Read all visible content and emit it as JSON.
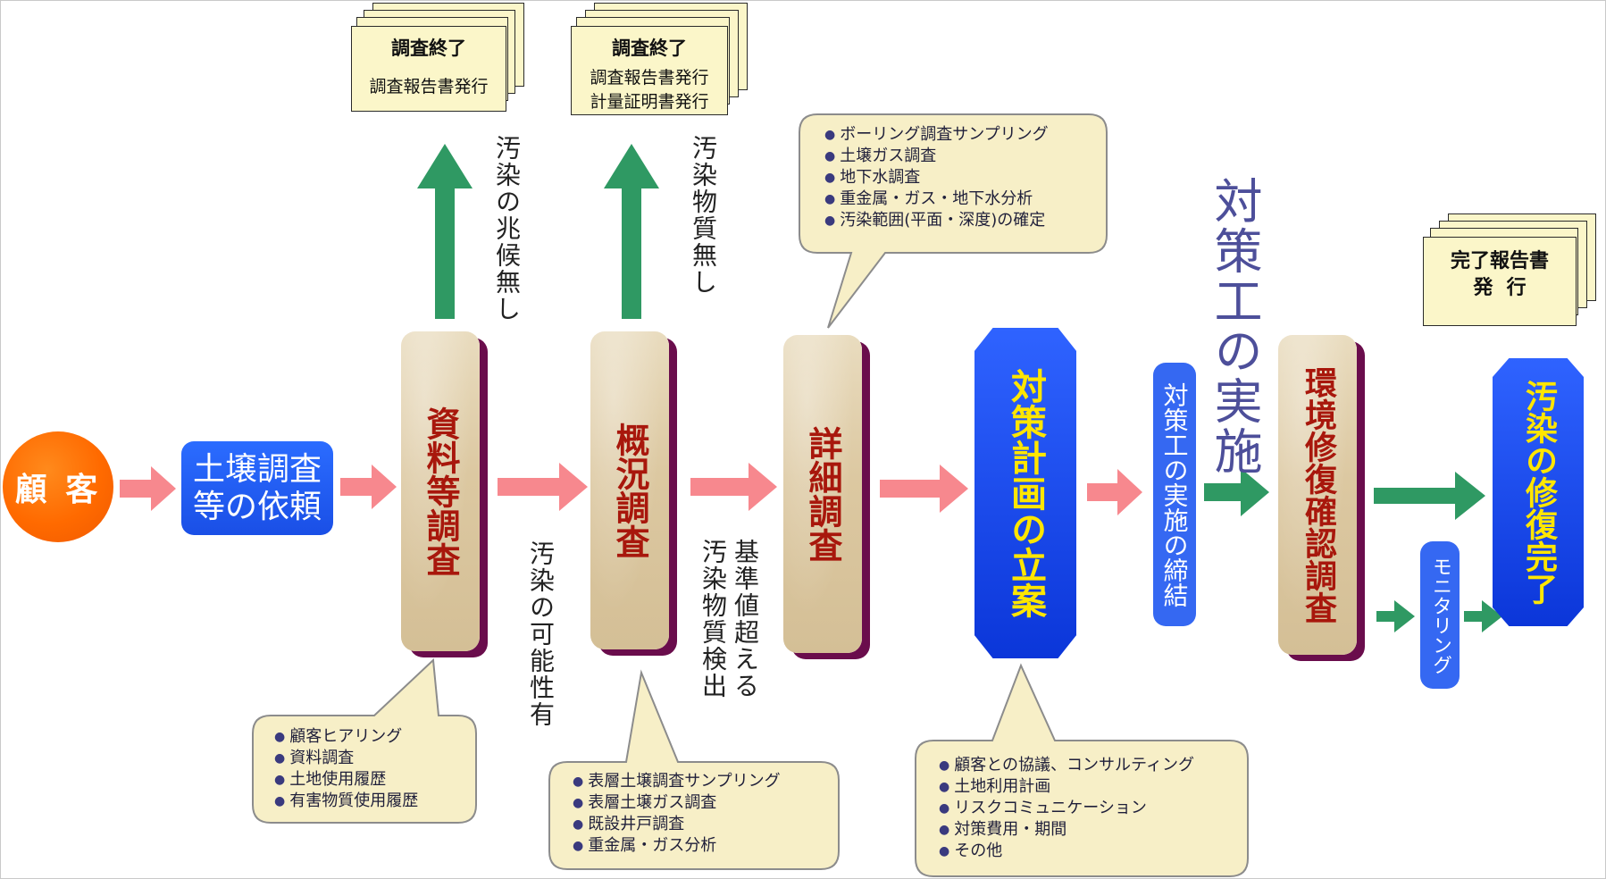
{
  "nodes": {
    "customer": "顧 客",
    "request": [
      "土壌調査",
      "等の依頼"
    ],
    "step1": "資料等調査",
    "step2": "概況調査",
    "step3": "詳細調査",
    "plan": "対策計画の立案",
    "contract": "対策工の実施の締結",
    "implementation": "対策工の実施",
    "confirm": "環境修復確認調査",
    "monitoring": "モニタリング",
    "complete": "汚染の修復完了"
  },
  "labels": {
    "no_sign": "汚染の兆候無し",
    "no_substance": "汚染物質無し",
    "possible": "汚染の可能性有",
    "exceed_col1": "基準値超える",
    "exceed_col2": "汚染物質検出"
  },
  "documents": {
    "doc1": {
      "title": "調査終了",
      "lines": [
        "調査報告書発行"
      ]
    },
    "doc2": {
      "title": "調査終了",
      "lines": [
        "調査報告書発行",
        "計量証明書発行"
      ]
    },
    "doc3": {
      "lines": [
        "完了報告書",
        "発  行"
      ]
    }
  },
  "callouts": {
    "detailed": [
      "ボーリング調査サンプリング",
      "土壌ガス調査",
      "地下水調査",
      "重金属・ガス・地下水分析",
      "汚染範囲(平面・深度)の確定"
    ],
    "materials": [
      "顧客ヒアリング",
      "資料調査",
      "土地使用履歴",
      "有害物質使用履歴"
    ],
    "overview": [
      "表層土壌調査サンプリング",
      "表層土壌ガス調査",
      "既設井戸調査",
      "重金属・ガス分析"
    ],
    "plan": [
      "顧客との協議、コンサルティング",
      "土地利用計画",
      "リスクコミュニケーション",
      "対策費用・期間",
      "その他"
    ]
  },
  "colors": {
    "flow_arrow": "#f7888e",
    "exit_arrow": "#2f9963",
    "customer": "#ff6a00",
    "blue": "#1a4fe6",
    "hex_text": "#ffe600",
    "scroll_text": "#a8170c",
    "scroll_shadow": "#6a0d4c",
    "callout_fill": "#f7efc7",
    "callout_stroke": "#8c8c8c",
    "doc_fill": "#fbf6c9"
  }
}
